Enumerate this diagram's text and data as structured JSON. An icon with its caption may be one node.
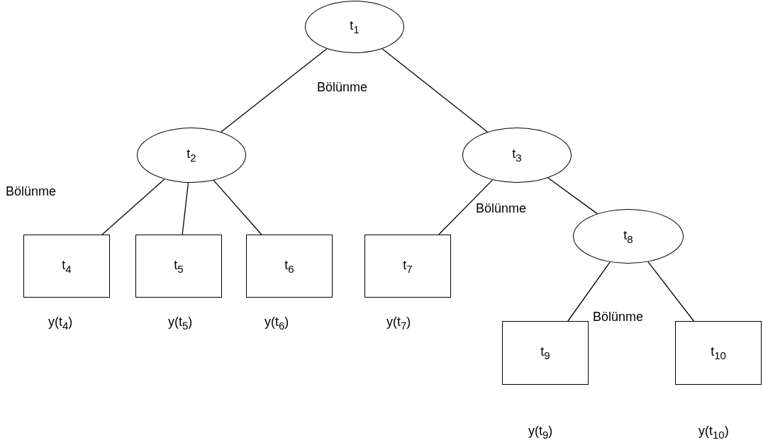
{
  "diagram": {
    "nodes": [
      {
        "text": [
          "t$_{1}$"
        ],
        "beside": [
          "Bölünme"
        ]
      },
      {
        "text": [
          "t$_{2}$"
        ]
      },
      {
        "text": [
          "t$_{3}$"
        ],
        "beside": [
          "Bölünme"
        ]
      },
      {
        "text": [
          "t$_{4}$"
        ],
        "beside": [
          "y(t$_{4}$)"
        ]
      },
      {
        "text": [
          "t$_{5}$"
        ],
        "beside": [
          "y(t$_{5}$)"
        ]
      },
      {
        "text": [
          "t$_{6}$"
        ],
        "beside": [
          "y(t$_{6}$)"
        ]
      },
      {
        "text": [
          "t$_{7}$"
        ],
        "beside": [
          "y(t$_{7}$)"
        ]
      },
      {
        "text": [
          "t$_{8}$"
        ]
      },
      {
        "text": [
          "t$_{9}$"
        ],
        "beside": [
          "y(t$_{9}$)"
        ]
      },
      {
        "text": [
          "t$_{10}$"
        ],
        "beside": [
          "y(t$_{10}$)"
        ]
      }
    ],
    "edges": [
      {
        "from": 0,
        "to": 1,
        "arrow": "none"
      },
      {
        "from": 0,
        "to": 2,
        "arrow": "none"
      },
      {
        "from": 1,
        "to": 3,
        "arrow": "none"
      },
      {
        "from": 1,
        "to": 4,
        "arrow": "none"
      },
      {
        "from": 1,
        "to": 5,
        "arrow": "none"
      },
      {
        "from": 2,
        "to": 6,
        "arrow": "none"
      },
      {
        "from": 2,
        "to": 7,
        "arrow": "none"
      },
      {
        "from": 7,
        "to": 8,
        "arrow": "none"
      },
      {
        "from": 7,
        "to": 9,
        "arrow": "none"
      }
    ],
    "labels": [
      "Bölünme",
      "Bölünme"
    ]
  }
}
